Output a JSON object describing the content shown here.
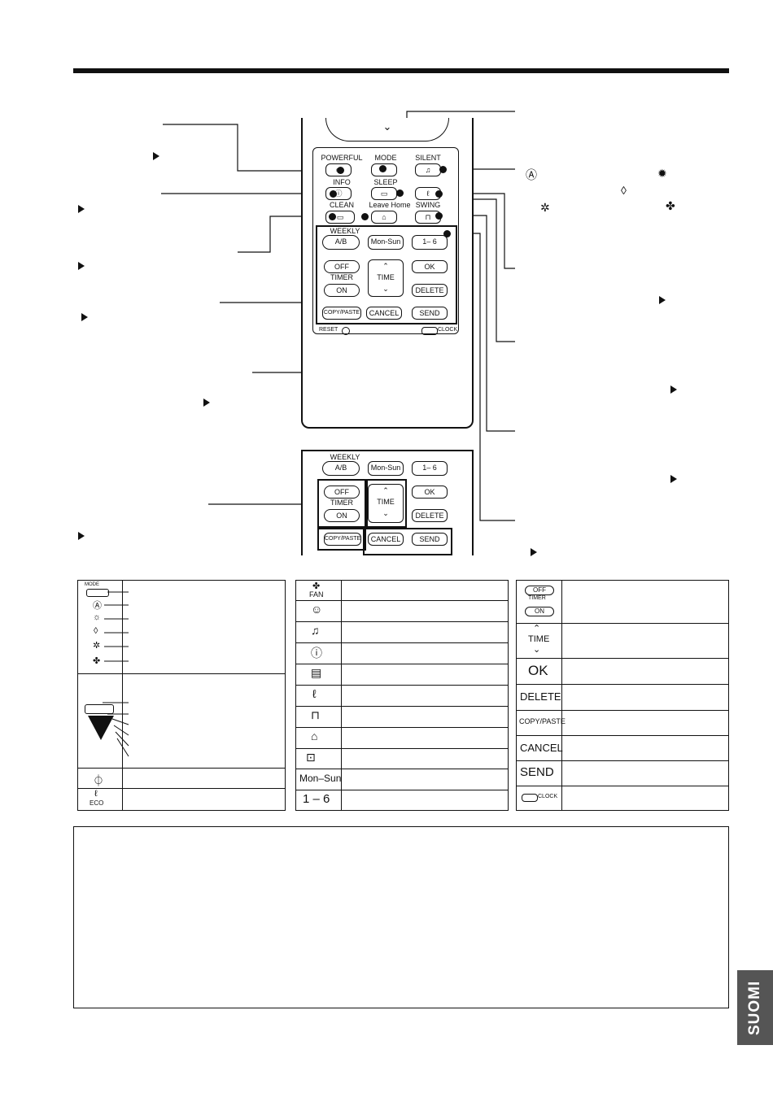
{
  "side_tab": "SUOMI",
  "remote": {
    "row1": [
      "POWERFUL",
      "MODE",
      "SILENT"
    ],
    "row2": [
      "INFO",
      "SLEEP"
    ],
    "row3": [
      "CLEAN",
      "Leave Home",
      "SWING"
    ],
    "weekly": "WEEKLY",
    "ab": "A/B",
    "mon_sun": "Mon-Sun",
    "one_six": "1– 6",
    "off": "OFF",
    "timer": "TIMER",
    "on": "ON",
    "time": "TIME",
    "ok": "OK",
    "delete": "DELETE",
    "copy_paste": "COPY/PASTE",
    "cancel": "CANCEL",
    "send": "SEND",
    "reset": "RESET",
    "clock": "CLOCK"
  },
  "table1": {
    "mode": "MODE",
    "eco": "ECO"
  },
  "table2": {
    "fan": "FAN",
    "mon_sun": "Mon–Sun",
    "one_six": "1 – 6"
  },
  "table3": {
    "off": "OFF",
    "timer": "TIMER",
    "on": "ON",
    "time": "TIME",
    "ok": "OK",
    "delete": "DELETE",
    "copy_paste": "COPY/PASTE",
    "cancel": "CANCEL",
    "send": "SEND",
    "clock": "CLOCK"
  }
}
